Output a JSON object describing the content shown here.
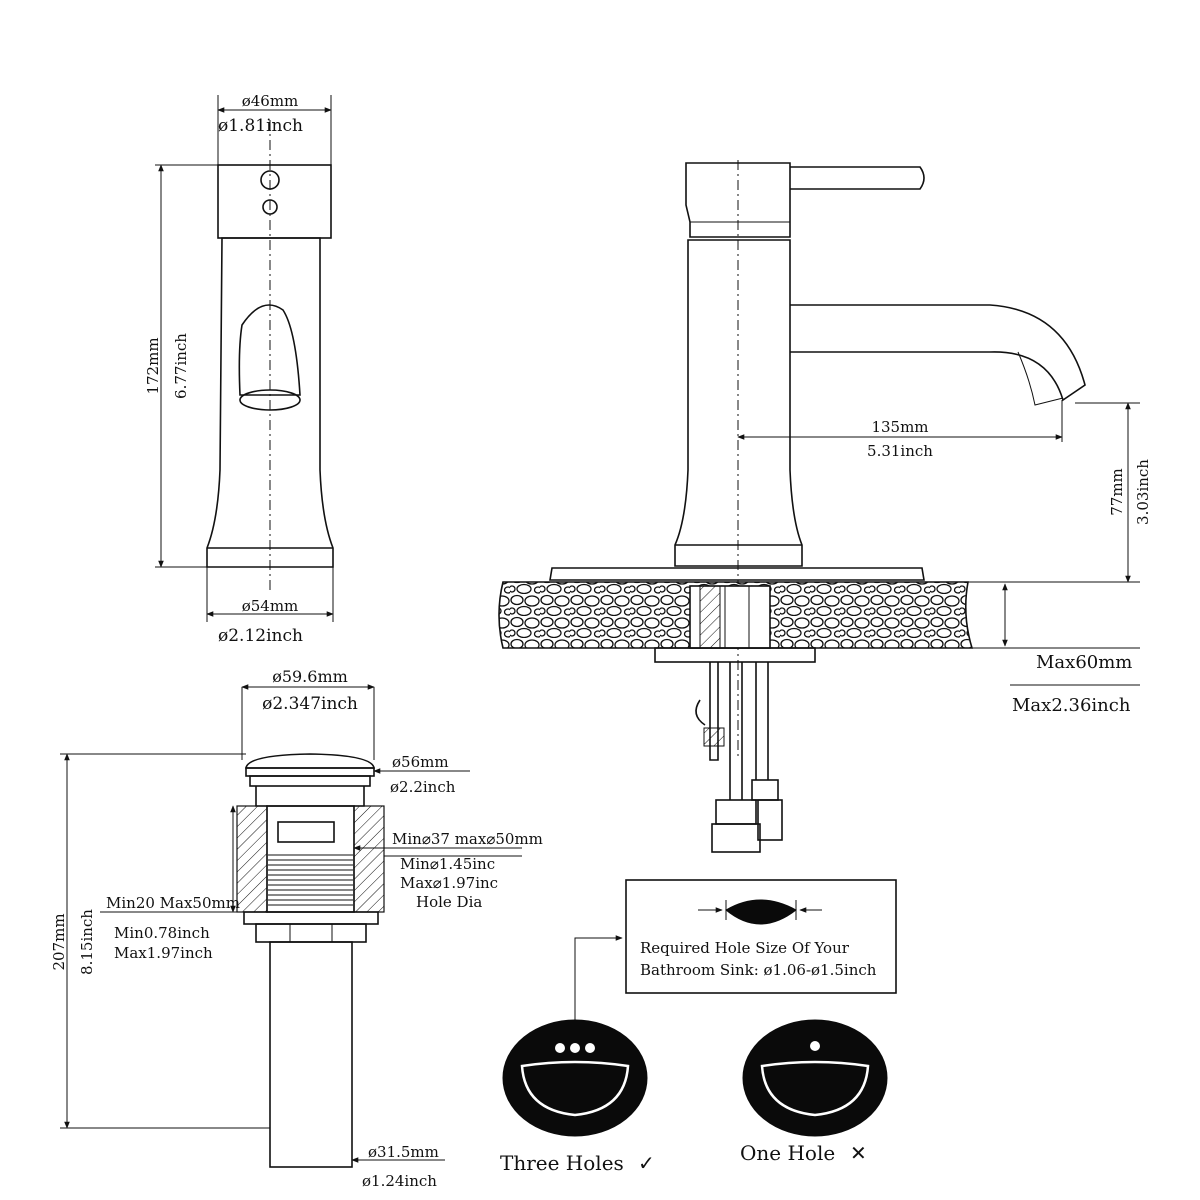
{
  "faucet_front": {
    "top_dia_mm": "ø46mm",
    "top_dia_inch": "ø1.81inch",
    "height_mm": "172mm",
    "height_inch": "6.77inch",
    "base_dia_mm": "ø54mm",
    "base_dia_inch": "ø2.12inch"
  },
  "faucet_side": {
    "reach_mm": "135mm",
    "reach_inch": "5.31inch",
    "spout_height_mm": "77mm",
    "spout_height_inch": "3.03inch",
    "deck_thickness_mm": "Max60mm",
    "deck_thickness_inch": "Max2.36inch"
  },
  "drain": {
    "cap_dia_mm": "ø59.6mm",
    "cap_dia_inch": "ø2.347inch",
    "flange_dia_mm": "ø56mm",
    "flange_dia_inch": "ø2.2inch",
    "hole_range_mm": "Min⌀37 max⌀50mm",
    "hole_min_inch": "Min⌀1.45inc",
    "hole_max_inch": "Max⌀1.97inc",
    "hole_dia_label": "Hole Dia",
    "thickness_mm": "Min20 Max50mm",
    "thickness_min_inch": "Min0.78inch",
    "thickness_max_inch": "Max1.97inch",
    "height_mm": "207mm",
    "height_inch": "8.15inch",
    "tail_dia_mm": "ø31.5mm",
    "tail_dia_inch": "ø1.24inch"
  },
  "sink_note": {
    "line1": "Required Hole Size Of Your",
    "line2": "Bathroom Sink: ø1.06-ø1.5inch"
  },
  "sink_options": [
    {
      "label": "Three Holes",
      "mark": "✓"
    },
    {
      "label": "One Hole",
      "mark": "✕"
    }
  ]
}
